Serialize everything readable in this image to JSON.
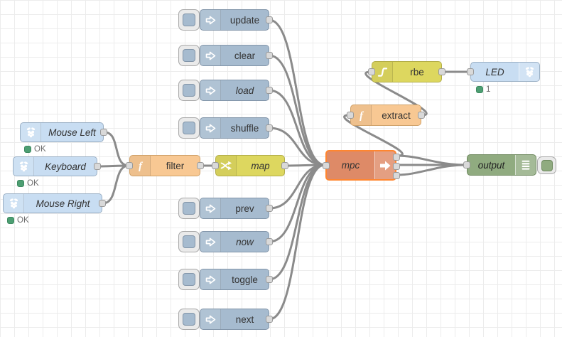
{
  "app": "node-red-flow-editor",
  "canvas": {
    "background": "#ffffff",
    "grid_color": "#ececec",
    "wire_color": "#8b8b8b",
    "selected_node_border": "#ff8630"
  },
  "colors": {
    "inject_node": "#a6bbcf",
    "raspberry_pi_node": "#c8ddf2",
    "function_node": "#f8c893",
    "yellow_node": "#ddd75f",
    "mpc_node": "#de8a67",
    "output_node": "#90ab80",
    "status_green": "#4d9e72",
    "port_fill": "#d9d9d9"
  },
  "nodes": {
    "update": {
      "label": "update",
      "type": "inject",
      "icon": "inject-arrow-icon"
    },
    "clear": {
      "label": "clear",
      "type": "inject",
      "icon": "inject-arrow-icon"
    },
    "load": {
      "label": "load",
      "type": "inject",
      "icon": "inject-arrow-icon"
    },
    "shuffle": {
      "label": "shuffle",
      "type": "inject",
      "icon": "inject-arrow-icon"
    },
    "prev": {
      "label": "prev",
      "type": "inject",
      "icon": "inject-arrow-icon"
    },
    "now": {
      "label": "now",
      "type": "inject",
      "icon": "inject-arrow-icon"
    },
    "toggle": {
      "label": "toggle",
      "type": "inject",
      "icon": "inject-arrow-icon"
    },
    "next": {
      "label": "next",
      "type": "inject",
      "icon": "inject-arrow-icon"
    },
    "mouse_left": {
      "label": "Mouse Left",
      "type": "rpi-input",
      "icon": "raspberry-pi-icon",
      "status": "OK"
    },
    "keyboard": {
      "label": "Keyboard",
      "type": "rpi-input",
      "icon": "raspberry-pi-icon",
      "status": "OK"
    },
    "mouse_right": {
      "label": "Mouse Right",
      "type": "rpi-input",
      "icon": "raspberry-pi-icon",
      "status": "OK"
    },
    "filter": {
      "label": "filter",
      "type": "function",
      "icon": "function-icon"
    },
    "map": {
      "label": "map",
      "type": "range",
      "icon": "shuffle-icon"
    },
    "mpc": {
      "label": "mpc",
      "type": "mpc",
      "icon": "export-arrow-icon",
      "selected": true,
      "outputs": 3
    },
    "extract": {
      "label": "extract",
      "type": "function",
      "icon": "function-icon"
    },
    "rbe": {
      "label": "rbe",
      "type": "rbe",
      "icon": "hysteresis-curve-icon"
    },
    "led": {
      "label": "LED",
      "type": "rpi-output",
      "icon": "raspberry-pi-icon",
      "status": "1"
    },
    "output": {
      "label": "output",
      "type": "mpd-output",
      "icon": "list-lines-icon"
    }
  },
  "connections": [
    {
      "from": "update",
      "to": "filter_mpc",
      "note": ""
    },
    {
      "from": "update",
      "to": "mpc"
    },
    {
      "from": "clear",
      "to": "mpc"
    },
    {
      "from": "load",
      "to": "mpc"
    },
    {
      "from": "shuffle",
      "to": "mpc"
    },
    {
      "from": "prev",
      "to": "mpc"
    },
    {
      "from": "now",
      "to": "mpc"
    },
    {
      "from": "toggle",
      "to": "mpc"
    },
    {
      "from": "next",
      "to": "mpc"
    },
    {
      "from": "mouse_left",
      "to": "filter"
    },
    {
      "from": "keyboard",
      "to": "filter"
    },
    {
      "from": "mouse_right",
      "to": "filter"
    },
    {
      "from": "filter",
      "to": "map"
    },
    {
      "from": "map",
      "to": "mpc"
    },
    {
      "from": "mpc",
      "from_port": 1,
      "to": "extract"
    },
    {
      "from": "mpc",
      "from_port": 1,
      "to": "output"
    },
    {
      "from": "mpc",
      "from_port": 2,
      "to": "output"
    },
    {
      "from": "mpc",
      "from_port": 3,
      "to": "output"
    },
    {
      "from": "extract",
      "to": "rbe"
    },
    {
      "from": "rbe",
      "to": "led"
    }
  ]
}
